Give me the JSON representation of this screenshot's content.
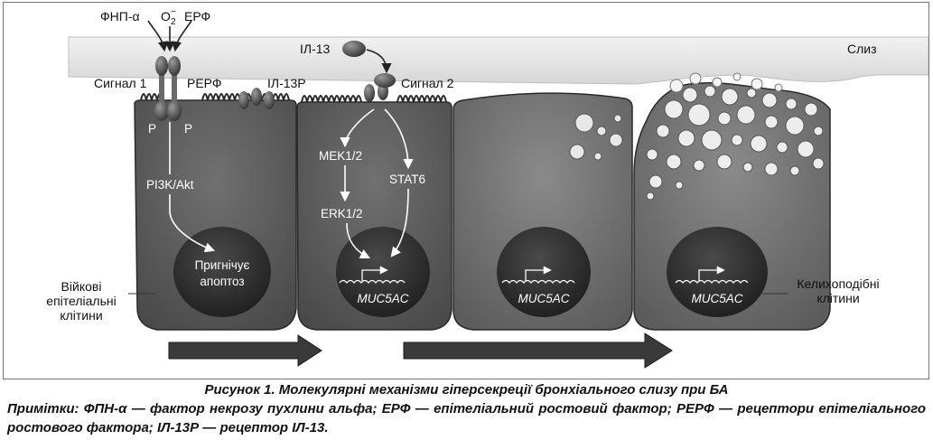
{
  "labels": {
    "tnf": "ФНП-α",
    "o2": "O",
    "o2_sub": "2",
    "o2_sup": "−",
    "egf": "ЕРФ",
    "il13": "ІЛ-13",
    "mucus": "Слиз",
    "signal1": "Сигнал 1",
    "egfr": "РЕРФ",
    "il13r": "ІЛ-13Р",
    "signal2": "Сигнал 2",
    "p_left": "P",
    "p_right": "P",
    "pi3k": "PI3K/Akt",
    "mek": "MEK1/2",
    "stat6": "STAT6",
    "erk": "ERK1/2",
    "apoptosis_line1": "Пригнічує",
    "apoptosis_line2": "апоптоз",
    "muc1": "MUC5AC",
    "muc2": "MUC5AC",
    "muc3": "MUC5AC",
    "ciliated_line1": "Війкові",
    "ciliated_line2": "епітеліальні",
    "ciliated_line3": "клітини",
    "goblet_line1": "Келихоподібні",
    "goblet_line2": "клітини"
  },
  "caption": {
    "title": "Рисунок 1. Молекулярні механізми гіперсекреції бронхіального слизу при БА",
    "notes": "Примітки: ФПН-α — фактор некрозу пухлини альфа; ЕРФ — епітеліальний ростовий фактор; РЕРФ — рецептори епітеліального ростового фактора; ІЛ-13Р — рецептор ІЛ-13."
  }
}
